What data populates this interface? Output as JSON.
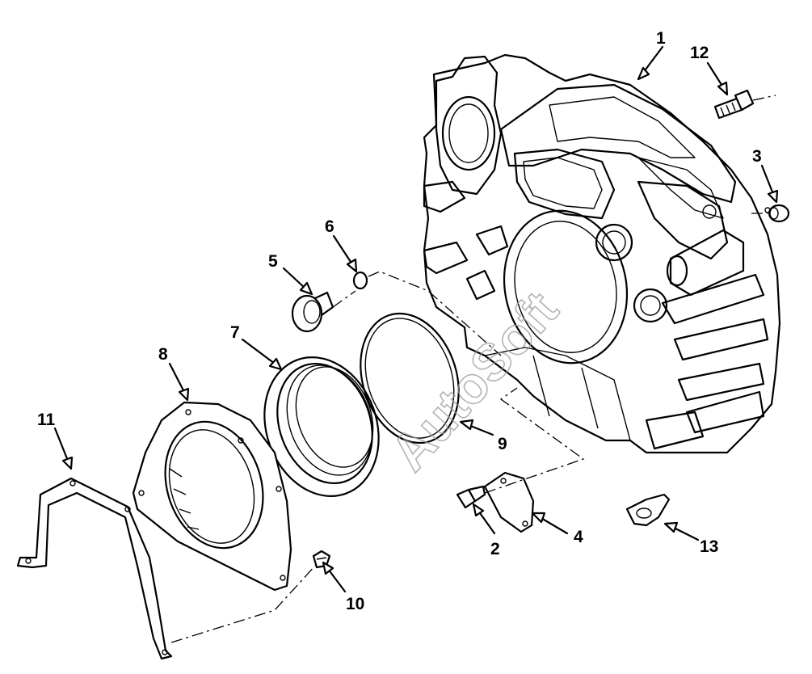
{
  "diagram": {
    "callouts": [
      {
        "id": "1",
        "label": "1"
      },
      {
        "id": "2",
        "label": "2"
      },
      {
        "id": "3",
        "label": "3"
      },
      {
        "id": "4",
        "label": "4"
      },
      {
        "id": "5",
        "label": "5"
      },
      {
        "id": "6",
        "label": "6"
      },
      {
        "id": "7",
        "label": "7"
      },
      {
        "id": "8",
        "label": "8"
      },
      {
        "id": "9",
        "label": "9"
      },
      {
        "id": "10",
        "label": "10"
      },
      {
        "id": "11",
        "label": "11"
      },
      {
        "id": "12",
        "label": "12"
      },
      {
        "id": "13",
        "label": "13"
      }
    ],
    "watermark": "AutoSoft"
  }
}
